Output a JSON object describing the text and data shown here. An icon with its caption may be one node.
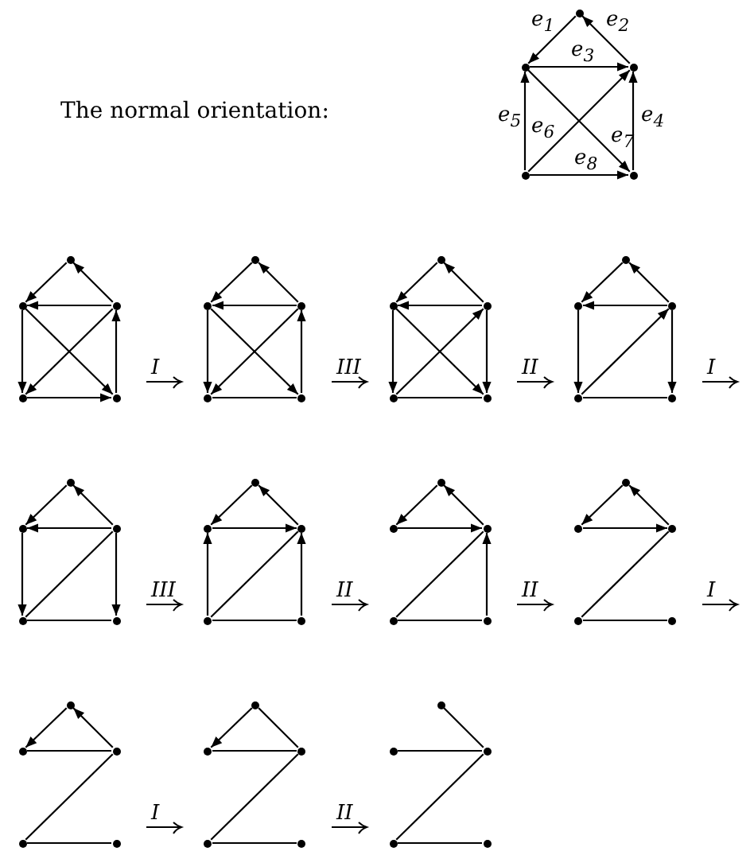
{
  "diagram": {
    "nodes": [
      {
        "text": [],
        "shape": "circle"
      },
      {
        "text": [],
        "shape": "circle"
      },
      {
        "text": [],
        "shape": "circle"
      },
      {
        "text": [],
        "shape": "circle"
      },
      {
        "text": [],
        "shape": "circle"
      },
      {
        "text": [],
        "shape": "circle"
      },
      {
        "text": [],
        "shape": "circle"
      },
      {
        "text": [],
        "shape": "circle"
      },
      {
        "text": [],
        "shape": "circle"
      },
      {
        "text": [],
        "shape": "circle"
      },
      {
        "text": [],
        "shape": "circle"
      },
      {
        "text": [],
        "shape": "circle"
      },
      {
        "text": [],
        "shape": "circle"
      },
      {
        "text": [],
        "shape": "circle"
      },
      {
        "text": [],
        "shape": "circle"
      },
      {
        "text": [],
        "shape": "circle"
      },
      {
        "text": [],
        "shape": "circle"
      },
      {
        "text": [],
        "shape": "circle"
      },
      {
        "text": [],
        "shape": "circle"
      },
      {
        "text": [],
        "shape": "circle"
      },
      {
        "text": [],
        "shape": "circle"
      },
      {
        "text": [],
        "shape": "circle"
      },
      {
        "text": [],
        "shape": "circle"
      },
      {
        "text": [],
        "shape": "circle"
      },
      {
        "text": [],
        "shape": "circle"
      },
      {
        "text": [],
        "shape": "circle"
      },
      {
        "text": [],
        "shape": "circle"
      },
      {
        "text": [],
        "shape": "circle"
      },
      {
        "text": [],
        "shape": "circle"
      },
      {
        "text": [],
        "shape": "circle"
      },
      {
        "text": [],
        "shape": "circle"
      },
      {
        "text": [],
        "shape": "circle"
      },
      {
        "text": [],
        "shape": "circle"
      },
      {
        "text": [],
        "shape": "circle"
      },
      {
        "text": [],
        "shape": "circle"
      },
      {
        "text": [],
        "shape": "circle"
      },
      {
        "text": [],
        "shape": "circle"
      },
      {
        "text": [],
        "shape": "circle"
      },
      {
        "text": [],
        "shape": "circle"
      },
      {
        "text": [],
        "shape": "circle"
      },
      {
        "text": [],
        "shape": "circle"
      },
      {
        "text": [],
        "shape": "circle"
      },
      {
        "text": [],
        "shape": "circle"
      },
      {
        "text": [],
        "shape": "circle"
      },
      {
        "text": [],
        "shape": "circle"
      },
      {
        "text": [],
        "shape": "circle"
      },
      {
        "text": [],
        "shape": "circle"
      },
      {
        "text": [],
        "shape": "circle"
      },
      {
        "text": [],
        "shape": "circle"
      },
      {
        "text": [],
        "shape": "circle"
      },
      {
        "text": [],
        "shape": "circle"
      },
      {
        "text": [],
        "shape": "circle"
      },
      {
        "text": [],
        "shape": "circle"
      },
      {
        "text": [],
        "shape": "circle"
      },
      {
        "text": [],
        "shape": "circle"
      },
      {
        "text": [],
        "shape": "circle"
      },
      {
        "text": [],
        "shape": "circle"
      },
      {
        "text": [],
        "shape": "circle"
      },
      {
        "text": [],
        "shape": "circle"
      },
      {
        "text": [],
        "shape": "circle"
      }
    ],
    "edges": [
      {
        "from": 0,
        "to": 1,
        "arrow": "to",
        "label": "e$_{1}$"
      },
      {
        "from": 2,
        "to": 0,
        "arrow": "to",
        "label": "e$_{2}$"
      },
      {
        "from": 1,
        "to": 2,
        "arrow": "to",
        "label": "e$_{3}$"
      },
      {
        "from": 4,
        "to": 2,
        "arrow": "to",
        "label": "e$_{4}$"
      },
      {
        "from": 3,
        "to": 1,
        "arrow": "to",
        "label": "e$_{5}$"
      },
      {
        "from": 3,
        "to": 2,
        "arrow": "to",
        "label": "e$_{6}$"
      },
      {
        "from": 1,
        "to": 4,
        "arrow": "to",
        "label": "e$_{7}$"
      },
      {
        "from": 3,
        "to": 4,
        "arrow": "to",
        "label": "e$_{8}$"
      },
      {
        "from": 5,
        "to": 6,
        "arrow": "to"
      },
      {
        "from": 7,
        "to": 5,
        "arrow": "to"
      },
      {
        "from": 7,
        "to": 6,
        "arrow": "to"
      },
      {
        "from": 9,
        "to": 7,
        "arrow": "to"
      },
      {
        "from": 6,
        "to": 8,
        "arrow": "to"
      },
      {
        "from": 7,
        "to": 8,
        "arrow": "to"
      },
      {
        "from": 6,
        "to": 9,
        "arrow": "to"
      },
      {
        "from": 8,
        "to": 9,
        "arrow": "to"
      },
      {
        "from": 10,
        "to": 11,
        "arrow": "to"
      },
      {
        "from": 12,
        "to": 10,
        "arrow": "to"
      },
      {
        "from": 12,
        "to": 11,
        "arrow": "to"
      },
      {
        "from": 14,
        "to": 12,
        "arrow": "to"
      },
      {
        "from": 11,
        "to": 13,
        "arrow": "to"
      },
      {
        "from": 12,
        "to": 13,
        "arrow": "to"
      },
      {
        "from": 11,
        "to": 14,
        "arrow": "to"
      },
      {
        "from": 13,
        "to": 14,
        "arrow": "none"
      },
      {
        "from": 15,
        "to": 16,
        "arrow": "to"
      },
      {
        "from": 17,
        "to": 15,
        "arrow": "to"
      },
      {
        "from": 17,
        "to": 16,
        "arrow": "to"
      },
      {
        "from": 17,
        "to": 19,
        "arrow": "to"
      },
      {
        "from": 16,
        "to": 18,
        "arrow": "to"
      },
      {
        "from": 18,
        "to": 17,
        "arrow": "to"
      },
      {
        "from": 16,
        "to": 19,
        "arrow": "to"
      },
      {
        "from": 18,
        "to": 19,
        "arrow": "none"
      },
      {
        "from": 20,
        "to": 21,
        "arrow": "to"
      },
      {
        "from": 22,
        "to": 20,
        "arrow": "to"
      },
      {
        "from": 22,
        "to": 21,
        "arrow": "to"
      },
      {
        "from": 22,
        "to": 24,
        "arrow": "to"
      },
      {
        "from": 21,
        "to": 23,
        "arrow": "to"
      },
      {
        "from": 23,
        "to": 22,
        "arrow": "to"
      },
      {
        "from": 23,
        "to": 24,
        "arrow": "none"
      },
      {
        "from": 25,
        "to": 26,
        "arrow": "to"
      },
      {
        "from": 27,
        "to": 25,
        "arrow": "to"
      },
      {
        "from": 27,
        "to": 26,
        "arrow": "to"
      },
      {
        "from": 27,
        "to": 29,
        "arrow": "to"
      },
      {
        "from": 26,
        "to": 28,
        "arrow": "to"
      },
      {
        "from": 28,
        "to": 27,
        "arrow": "none"
      },
      {
        "from": 28,
        "to": 29,
        "arrow": "none"
      },
      {
        "from": 30,
        "to": 31,
        "arrow": "to"
      },
      {
        "from": 32,
        "to": 30,
        "arrow": "to"
      },
      {
        "from": 31,
        "to": 32,
        "arrow": "to"
      },
      {
        "from": 34,
        "to": 32,
        "arrow": "to"
      },
      {
        "from": 33,
        "to": 31,
        "arrow": "to"
      },
      {
        "from": 33,
        "to": 32,
        "arrow": "none"
      },
      {
        "from": 33,
        "to": 34,
        "arrow": "none"
      },
      {
        "from": 35,
        "to": 36,
        "arrow": "to"
      },
      {
        "from": 37,
        "to": 35,
        "arrow": "to"
      },
      {
        "from": 36,
        "to": 37,
        "arrow": "to"
      },
      {
        "from": 39,
        "to": 37,
        "arrow": "to"
      },
      {
        "from": 38,
        "to": 37,
        "arrow": "none"
      },
      {
        "from": 38,
        "to": 39,
        "arrow": "none"
      },
      {
        "from": 40,
        "to": 41,
        "arrow": "to"
      },
      {
        "from": 42,
        "to": 40,
        "arrow": "to"
      },
      {
        "from": 41,
        "to": 42,
        "arrow": "to"
      },
      {
        "from": 43,
        "to": 42,
        "arrow": "none"
      },
      {
        "from": 43,
        "to": 44,
        "arrow": "none"
      },
      {
        "from": 45,
        "to": 46,
        "arrow": "to"
      },
      {
        "from": 47,
        "to": 45,
        "arrow": "to"
      },
      {
        "from": 46,
        "to": 47,
        "arrow": "none"
      },
      {
        "from": 48,
        "to": 47,
        "arrow": "none"
      },
      {
        "from": 48,
        "to": 49,
        "arrow": "none"
      },
      {
        "from": 50,
        "to": 51,
        "arrow": "to"
      },
      {
        "from": 52,
        "to": 50,
        "arrow": "none"
      },
      {
        "from": 51,
        "to": 52,
        "arrow": "none"
      },
      {
        "from": 53,
        "to": 52,
        "arrow": "none"
      },
      {
        "from": 53,
        "to": 54,
        "arrow": "none"
      },
      {
        "from": 57,
        "to": 55,
        "arrow": "none"
      },
      {
        "from": 56,
        "to": 57,
        "arrow": "none"
      },
      {
        "from": 58,
        "to": 57,
        "arrow": "none"
      },
      {
        "from": 58,
        "to": 59,
        "arrow": "none"
      }
    ],
    "labels": [
      "The normal orientation:",
      "I",
      "III",
      "II",
      "I",
      "III",
      "II",
      "II",
      "I",
      "I",
      "II"
    ]
  }
}
